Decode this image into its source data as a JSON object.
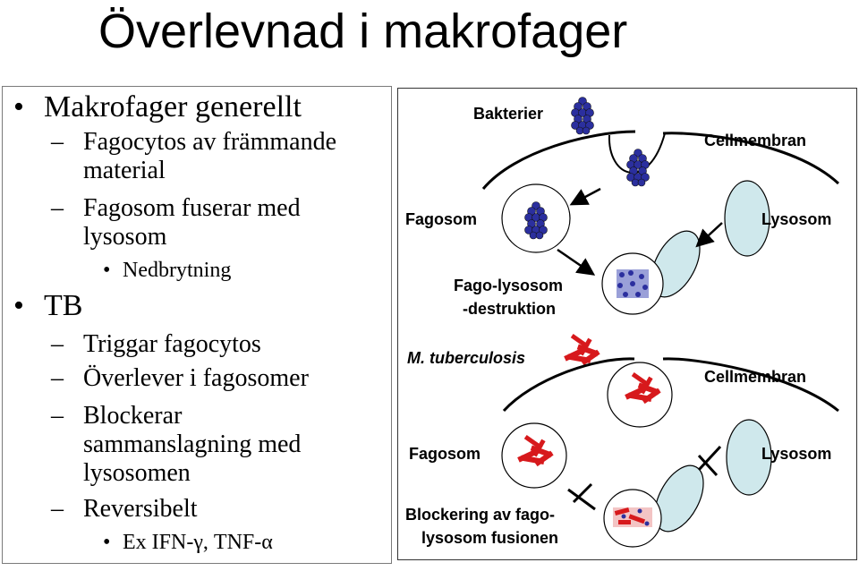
{
  "title": "Överlevnad i makrofager",
  "outline": {
    "makrofager": {
      "heading": "Makrofager generellt",
      "fagocytos_line1": "Fagocytos av främmande",
      "fagocytos_line2": "material",
      "fagosom_line1": "Fagosom fuserar med",
      "fagosom_line2": "lysosom",
      "nedbrytning": "Nedbrytning"
    },
    "tb": {
      "heading": "TB",
      "triggar": "Triggar fagocytos",
      "overlever": "Överlever i fagosomer",
      "blockerar_line1": "Blockerar",
      "blockerar_line2": "sammanslagning med",
      "blockerar_line3": "lysosomen",
      "reversibelt": "Reversibelt",
      "ex": "Ex IFN-γ, TNF-α"
    }
  },
  "figure": {
    "top": {
      "bakterier": "Bakterier",
      "cellmembran": "Cellmembran",
      "fagosom": "Fagosom",
      "lysosom": "Lysosom",
      "fago_lysosom_line1": "Fago-lysosom",
      "fago_lysosom_line2": "-destruktion"
    },
    "bottom": {
      "organism": "M. tuberculosis",
      "cellmembran": "Cellmembran",
      "fagosom": "Fagosom",
      "lysosom": "Lysosom",
      "blockering_line1": "Blockering av fago-",
      "blockering_line2": "lysosom fusionen"
    },
    "colors": {
      "bacteria_blue": "#2b2f9e",
      "mtb_red": "#d7191c",
      "lysosome_fill": "#cfe8ec"
    }
  }
}
